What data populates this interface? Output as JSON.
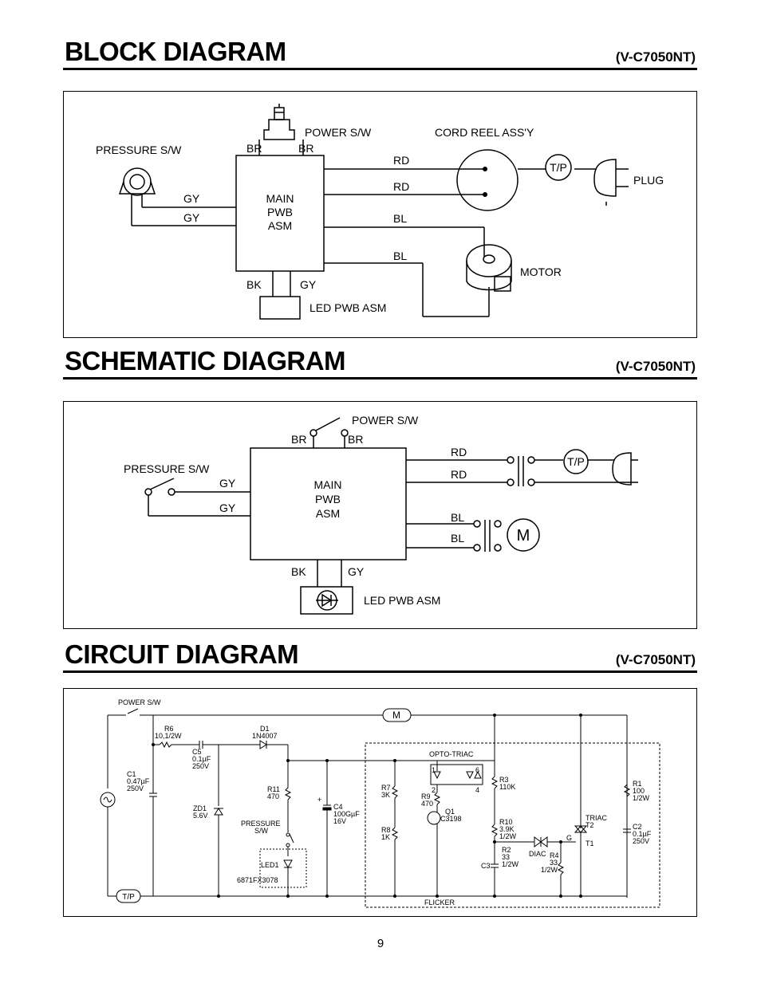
{
  "sections": {
    "block": {
      "title": "BLOCK DIAGRAM",
      "model": "(V-C7050NT)"
    },
    "schematic": {
      "title": "SCHEMATIC DIAGRAM",
      "model": "(V-C7050NT)"
    },
    "circuit": {
      "title": "CIRCUIT DIAGRAM",
      "model": "(V-C7050NT)"
    }
  },
  "block": {
    "power_sw": "POWER S/W",
    "cord_reel": "CORD REEL ASS'Y",
    "pressure_sw": "PRESSURE S/W",
    "br_left": "BR",
    "br_right": "BR",
    "rd_top": "RD",
    "rd_bottom": "RD",
    "gy_top": "GY",
    "gy_bottom": "GY",
    "bl_top": "BL",
    "bl_bottom": "BL",
    "main_line1": "MAIN",
    "main_line2": "PWB",
    "main_line3": "ASM",
    "tp": "T/P",
    "plug": "PLUG",
    "motor": "MOTOR",
    "bk": "BK",
    "gy_led": "GY",
    "led": "LED PWB ASM"
  },
  "schematic": {
    "power_sw": "POWER S/W",
    "pressure_sw": "PRESSURE S/W",
    "br_left": "BR",
    "br_right": "BR",
    "rd_top": "RD",
    "rd_bottom": "RD",
    "gy_top": "GY",
    "gy_bottom": "GY",
    "bl_top": "BL",
    "bl_bottom": "BL",
    "main_line1": "MAIN",
    "main_line2": "PWB",
    "main_line3": "ASM",
    "tp": "T/P",
    "motor_symbol": "M",
    "bk": "BK",
    "gy_led": "GY",
    "led": "LED PWB ASM"
  },
  "circuit": {
    "power_sw": "POWER S/W",
    "motor_symbol": "M",
    "r6": "R6",
    "r6_val": "10,1/2W",
    "c5": "C5",
    "c5_val1": "0.1µF",
    "c5_val2": "250V",
    "d1": "D1",
    "d1_val": "1N4007",
    "c1": "C1",
    "c1_val1": "0.47µF",
    "c1_val2": "250V",
    "zd1": "ZD1",
    "zd1_val": "5.6V",
    "r11": "R11",
    "r11_val": "470",
    "pressure_sw1": "PRESSURE",
    "pressure_sw2": "S/W",
    "led1": "LED1",
    "led_part": "6871FX3078",
    "c4_plus": "+",
    "c4": "C4",
    "c4_val1": "100GµF",
    "c4_val2": "16V",
    "opto": "OPTO-TRIAC",
    "pin1": "1",
    "pin2": "2",
    "pin4": "4",
    "pin6": "6",
    "r7": "R7",
    "r7_val": "3K",
    "r9": "R9",
    "r9_val": "470",
    "q1": "Q1",
    "q1_val": "C3198",
    "r8": "R8",
    "r8_val": "1K",
    "r3": "R3",
    "r3_val": "110K",
    "r10": "R10",
    "r10_val1": "3.9K",
    "r10_val2": "1/2W",
    "r2": "R2",
    "r2_val1": "33",
    "r2_val2": "1/2W",
    "c3": "C3",
    "diac": "DIAC",
    "r4": "R4",
    "r4_val1": "33",
    "r4_val2": "1/2W",
    "triac": "TRIAC",
    "t2": "T2",
    "t1": "T1",
    "g": "G",
    "r1": "R1",
    "r1_val1": "100",
    "r1_val2": "1/2W",
    "c2": "C2",
    "c2_val1": "0.1µF",
    "c2_val2": "250V",
    "tp": "T/P",
    "flicker": "FLICKER"
  },
  "page_number": "9"
}
